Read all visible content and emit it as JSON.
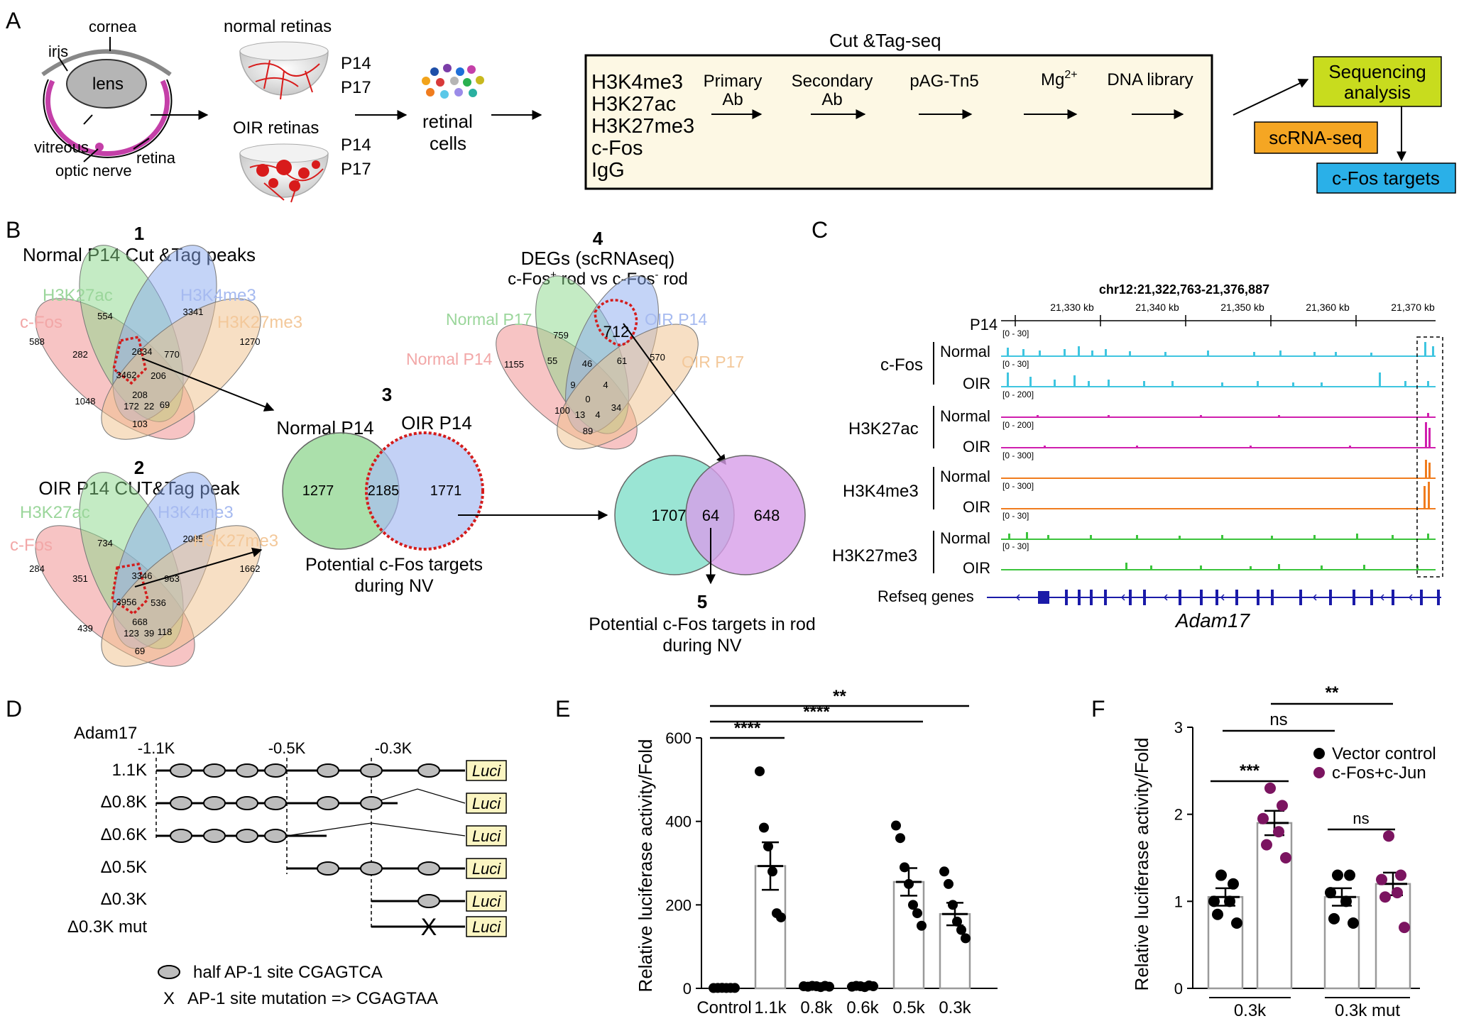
{
  "panels": {
    "a": "A",
    "b": "B",
    "c": "C",
    "d": "D",
    "e": "E",
    "f": "F"
  },
  "panel_a": {
    "eye": {
      "cornea": "cornea",
      "iris": "iris",
      "lens": "lens",
      "vitreous": "vitreous",
      "retina": "retina",
      "optic_nerve": "optic nerve"
    },
    "normal_title": "normal retinas",
    "oir_title": "OIR retinas",
    "normal_ages": [
      "P14",
      "P17"
    ],
    "oir_ages": [
      "P14",
      "P17"
    ],
    "cells_label": [
      "retinal",
      "cells"
    ],
    "cut_tag_title": "Cut &Tag-seq",
    "marks": [
      "H3K4me3",
      "H3K27ac",
      "H3K27me3",
      "c-Fos",
      "IgG"
    ],
    "steps": [
      {
        "line1": "Primary",
        "line2": "Ab"
      },
      {
        "line1": "Secondary",
        "line2": "Ab"
      },
      {
        "line1": "pAG-Tn5",
        "line2": ""
      },
      {
        "line1": "Mg",
        "line2": ""
      },
      {
        "line1": "DNA library",
        "line2": ""
      }
    ],
    "mg_superscript": "2+",
    "seq_analysis": [
      "Sequencing",
      "analysis"
    ],
    "scrna": "scRNA-seq",
    "cfos_targets": "c-Fos targets",
    "colors": {
      "seq": "#c8dc1e",
      "scrna": "#f5a623",
      "targets": "#2ab0e8",
      "protocol_bg": "#fdf8e4"
    }
  },
  "panel_b": {
    "v1": {
      "num": "1",
      "title": "Normal P14 Cut &Tag peaks",
      "labels": {
        "h3k27ac": "H3K27ac",
        "h3k4me3": "H3K4me3",
        "cfos": "c-Fos",
        "h3k27me3": "H3K27me3"
      },
      "values": [
        "554",
        "3341",
        "588",
        "1270",
        "282",
        "2634",
        "770",
        "3462",
        "206",
        "1048",
        "208",
        "172",
        "22",
        "69",
        "103"
      ]
    },
    "v2": {
      "num": "2",
      "title": "OIR P14 CUT&Tag peak",
      "labels": {
        "h3k27ac": "H3K27ac",
        "h3k4me3": "H3K4me3",
        "cfos": "c-Fos",
        "h3k27me3": "H3K27me3"
      },
      "values": [
        "734",
        "2085",
        "284",
        "1662",
        "351",
        "3346",
        "963",
        "3956",
        "536",
        "439",
        "668",
        "123",
        "39",
        "118",
        "69"
      ]
    },
    "v3": {
      "num": "3",
      "left_label": "Normal P14",
      "right_label": "OIR P14",
      "values": [
        "1277",
        "2185",
        "1771"
      ],
      "caption": [
        "Potential c-Fos targets",
        "during NV"
      ]
    },
    "v4": {
      "num": "4",
      "title1": "DEGs (scRNAseq)",
      "title2": {
        "a": "c-Fos",
        "sup1": "+",
        "b": " rod vs c-Fos",
        "sup2": "-",
        "c": " rod"
      },
      "labels": {
        "normal_p17": "Normal P17",
        "oir_p14": "OIR P14",
        "normal_p14": "Normal P14",
        "oir_p17": "OIR P17"
      },
      "values": [
        "759",
        "712",
        "1155",
        "570",
        "55",
        "46",
        "61",
        "9",
        "0",
        "4",
        "100",
        "13",
        "4",
        "34",
        "89"
      ]
    },
    "v5": {
      "num": "5",
      "values": [
        "1707",
        "64",
        "648"
      ],
      "caption": [
        "Potential c-Fos targets in rod",
        "during NV"
      ]
    }
  },
  "panel_c": {
    "coords": "chr12:21,322,763-21,376,887",
    "ticks": [
      "21,330 kb",
      "21,340 kb",
      "21,350 kb",
      "21,360 kb",
      "21,370 kb"
    ],
    "age": "P14",
    "groups": [
      {
        "name": "c-Fos",
        "color": "#3fc5e0",
        "tracks": [
          {
            "cond": "Normal",
            "range": "[0 - 30]"
          },
          {
            "cond": "OIR",
            "range": "[0 - 30]"
          }
        ]
      },
      {
        "name": "H3K27ac",
        "color": "#d01fae",
        "tracks": [
          {
            "cond": "Normal",
            "range": "[0 - 200]"
          },
          {
            "cond": "OIR",
            "range": "[0 - 200]"
          }
        ]
      },
      {
        "name": "H3K4me3",
        "color": "#f07c1e",
        "tracks": [
          {
            "cond": "Normal",
            "range": "[0 - 300]"
          },
          {
            "cond": "OIR",
            "range": "[0 - 300]"
          }
        ]
      },
      {
        "name": "H3K27me3",
        "color": "#3cc43c",
        "tracks": [
          {
            "cond": "Normal",
            "range": "[0 - 30]"
          },
          {
            "cond": "OIR",
            "range": "[0 - 30]"
          }
        ]
      }
    ],
    "refseq": "Refseq genes",
    "gene": "Adam17"
  },
  "panel_d": {
    "gene": "Adam17",
    "positions": [
      "-1.1K",
      "-0.5K",
      "-0.3K"
    ],
    "constructs": [
      "1.1K",
      "Δ0.8K",
      "Δ0.6K",
      "Δ0.5K",
      "Δ0.3K",
      "Δ0.3K mut"
    ],
    "luci": "Luci",
    "mut_mark": "X",
    "legend1": "half AP-1 site CGAGTCA",
    "legend2": "AP-1 site mutation => CGAGTAA"
  },
  "chart_data": [
    {
      "id": "E",
      "type": "bar",
      "ylabel": "Relative luciferase activity/Fold",
      "ylim": [
        0,
        600
      ],
      "yticks": [
        0,
        200,
        400,
        600
      ],
      "categories": [
        "Control",
        "1.1k",
        "0.8k",
        "0.6k",
        "0.5k",
        "0.3k"
      ],
      "values": [
        1,
        293,
        5,
        5,
        255,
        178
      ],
      "sem": [
        1,
        57,
        2,
        2,
        33,
        27
      ],
      "points": [
        [
          0.8,
          1.0,
          1.2,
          0.9,
          1.1,
          1.0
        ],
        [
          520,
          385,
          340,
          280,
          180,
          170
        ],
        [
          5,
          4,
          6,
          5,
          3,
          6,
          4
        ],
        [
          4,
          6,
          5,
          3,
          7,
          5
        ],
        [
          390,
          360,
          290,
          250,
          200,
          180,
          150
        ],
        [
          280,
          250,
          200,
          160,
          140,
          120
        ]
      ],
      "significance": [
        {
          "label": "****",
          "from": "Control",
          "to": "1.1k"
        },
        {
          "label": "****",
          "from": "Control",
          "to": "0.5k"
        },
        {
          "label": "**",
          "from": "Control",
          "to": "0.3k"
        }
      ]
    },
    {
      "id": "F",
      "type": "bar",
      "ylabel": "Relative luciferase activity/Fold",
      "ylim": [
        0,
        3
      ],
      "yticks": [
        0,
        1,
        2,
        3
      ],
      "groups": [
        "0.3k",
        "0.3k mut"
      ],
      "series": [
        {
          "name": "Vector control",
          "color": "#000000",
          "values": [
            1.05,
            1.05
          ],
          "sem": [
            0.1,
            0.1
          ],
          "points": [
            [
              1.3,
              1.2,
              1.0,
              1.0,
              0.85,
              0.75
            ],
            [
              1.3,
              1.3,
              1.1,
              1.0,
              0.8,
              0.75
            ]
          ]
        },
        {
          "name": "c-Fos+c-Jun",
          "color": "#7b1460",
          "values": [
            1.9,
            1.2
          ],
          "sem": [
            0.14,
            0.13
          ],
          "points": [
            [
              2.3,
              2.1,
              1.95,
              1.8,
              1.65,
              1.5
            ],
            [
              1.75,
              1.3,
              1.25,
              1.1,
              1.05,
              0.7
            ]
          ]
        }
      ],
      "significance": [
        {
          "label": "***",
          "group": "0.3k",
          "pair": "vector-vs-cfos"
        },
        {
          "label": "ns",
          "pair": "0.3k-vector-vs-0.3k mut-vector"
        },
        {
          "label": "**",
          "pair": "0.3k-cfos-vs-0.3k mut-cfos"
        },
        {
          "label": "ns",
          "group": "0.3k mut",
          "pair": "vector-vs-cfos"
        }
      ]
    }
  ]
}
